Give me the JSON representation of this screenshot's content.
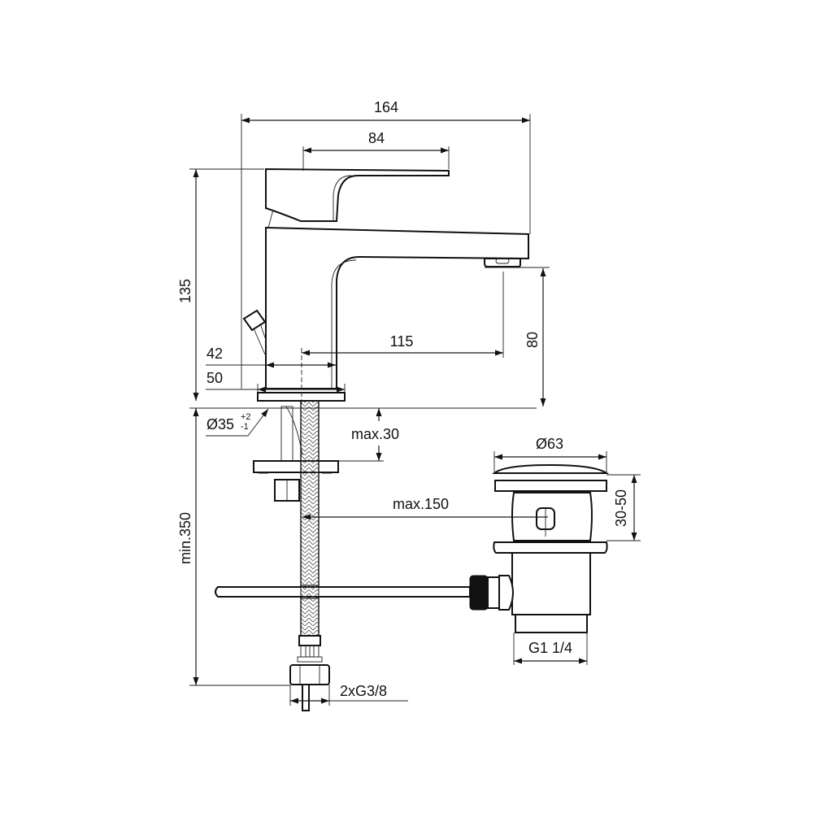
{
  "drawing": {
    "title": "Basin mixer technical drawing",
    "colors": {
      "line": "#111111",
      "background": "#ffffff"
    },
    "dimensions": {
      "overall_length": "164",
      "lever_length": "84",
      "overall_height": "135",
      "spout_height": "80",
      "spout_reach": "115",
      "body_width_42": "42",
      "base_width_50": "50",
      "hole_diameter": "Ø35",
      "hole_tol_plus": "+2",
      "hole_tol_minus": "-1",
      "max_deck_thickness": "max.30",
      "max_popup_rod": "max.150",
      "min_hose_length": "min.350",
      "hose_connection": "2xG3/8",
      "waste_diameter": "Ø63",
      "waste_height": "30-50",
      "waste_thread": "G1 1/4"
    }
  }
}
